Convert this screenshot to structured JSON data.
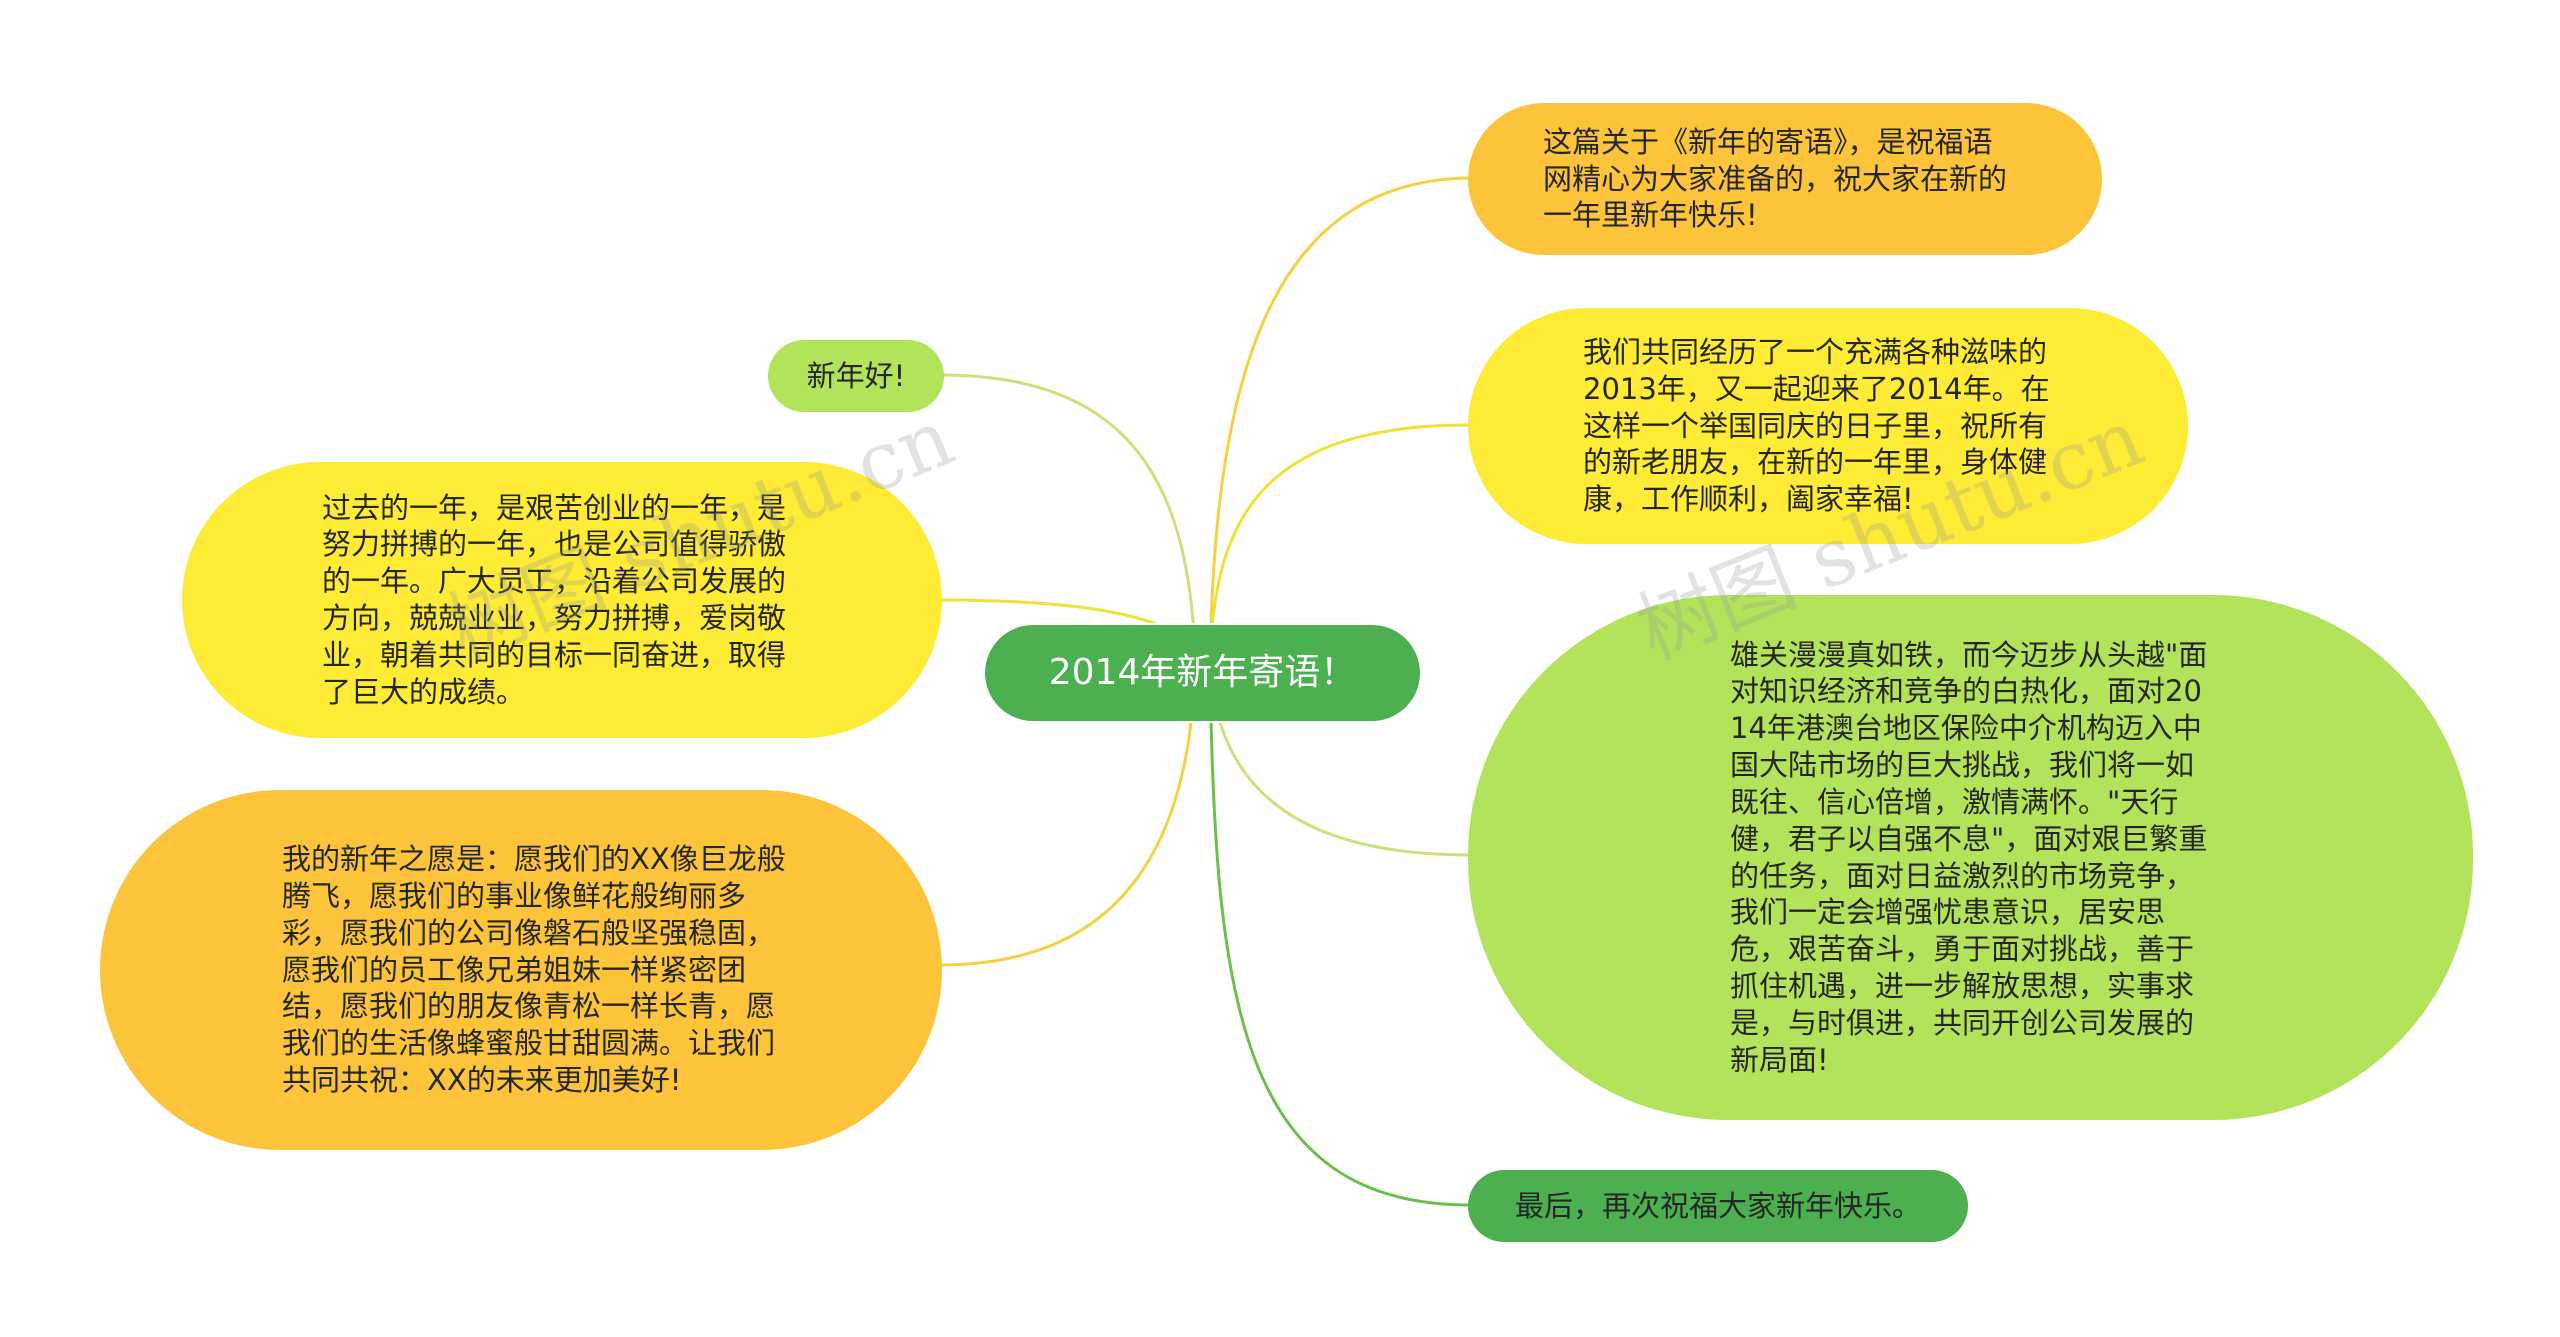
{
  "colors": {
    "center": "#4caf50",
    "orange": "#fbc43a",
    "yellow": "#fdeb35",
    "lightgreen": "#b2e35a",
    "palegreen": "#a8e05f",
    "green": "#4caf50",
    "line_green": "#6cbf4a",
    "line_light": "#c7e37a",
    "line_yellow": "#f5d142"
  },
  "center": {
    "label": "2014年新年寄语！"
  },
  "left_nodes": [
    {
      "id": "greeting",
      "text": "新年好!"
    },
    {
      "id": "past_year",
      "text": "过去的一年，是艰苦创业的一年，是努力拼搏的一年，也是公司值得骄傲的一年。广大员工，沿着公司发展的方向，兢兢业业，努力拼搏，爱岗敬业，朝着共同的目标一同奋进，取得了巨大的成绩。"
    },
    {
      "id": "wishes",
      "text": "我的新年之愿是：愿我们的XX像巨龙般腾飞，愿我们的事业像鲜花般绚丽多彩，愿我们的公司像磐石般坚强稳固，愿我们的员工像兄弟姐妹一样紧密团结，愿我们的朋友像青松一样长青，愿我们的生活像蜂蜜般甘甜圆满。让我们共同共祝：XX的未来更加美好!"
    }
  ],
  "right_nodes": [
    {
      "id": "intro",
      "text": "这篇关于《新年的寄语》，是祝福语网精心为大家准备的，祝大家在新的一年里新年快乐!"
    },
    {
      "id": "experience",
      "text": "我们共同经历了一个充满各种滋味的2013年，又一起迎来了2014年。在这样一个举国同庆的日子里，祝所有的新老朋友，在新的一年里，身体健康，工作顺利，阖家幸福!"
    },
    {
      "id": "challenge",
      "text": "雄关漫漫真如铁，而今迈步从头越\"面对知识经济和竞争的白热化，面对2014年港澳台地区保险中介机构迈入中国大陆市场的巨大挑战，我们将一如既往、信心倍增，激情满怀。\"天行健，君子以自强不息\"，面对艰巨繁重的任务，面对日益激烈的市场竞争，我们一定会增强忧患意识，居安思危，艰苦奋斗，勇于面对挑战，善于抓住机遇，进一步解放思想，实事求是，与时俱进，共同开创公司发展的新局面!"
    },
    {
      "id": "final",
      "text": "最后，再次祝福大家新年快乐。"
    }
  ],
  "watermarks": [
    "树图 shutu.cn",
    "树图 shutu.cn"
  ]
}
